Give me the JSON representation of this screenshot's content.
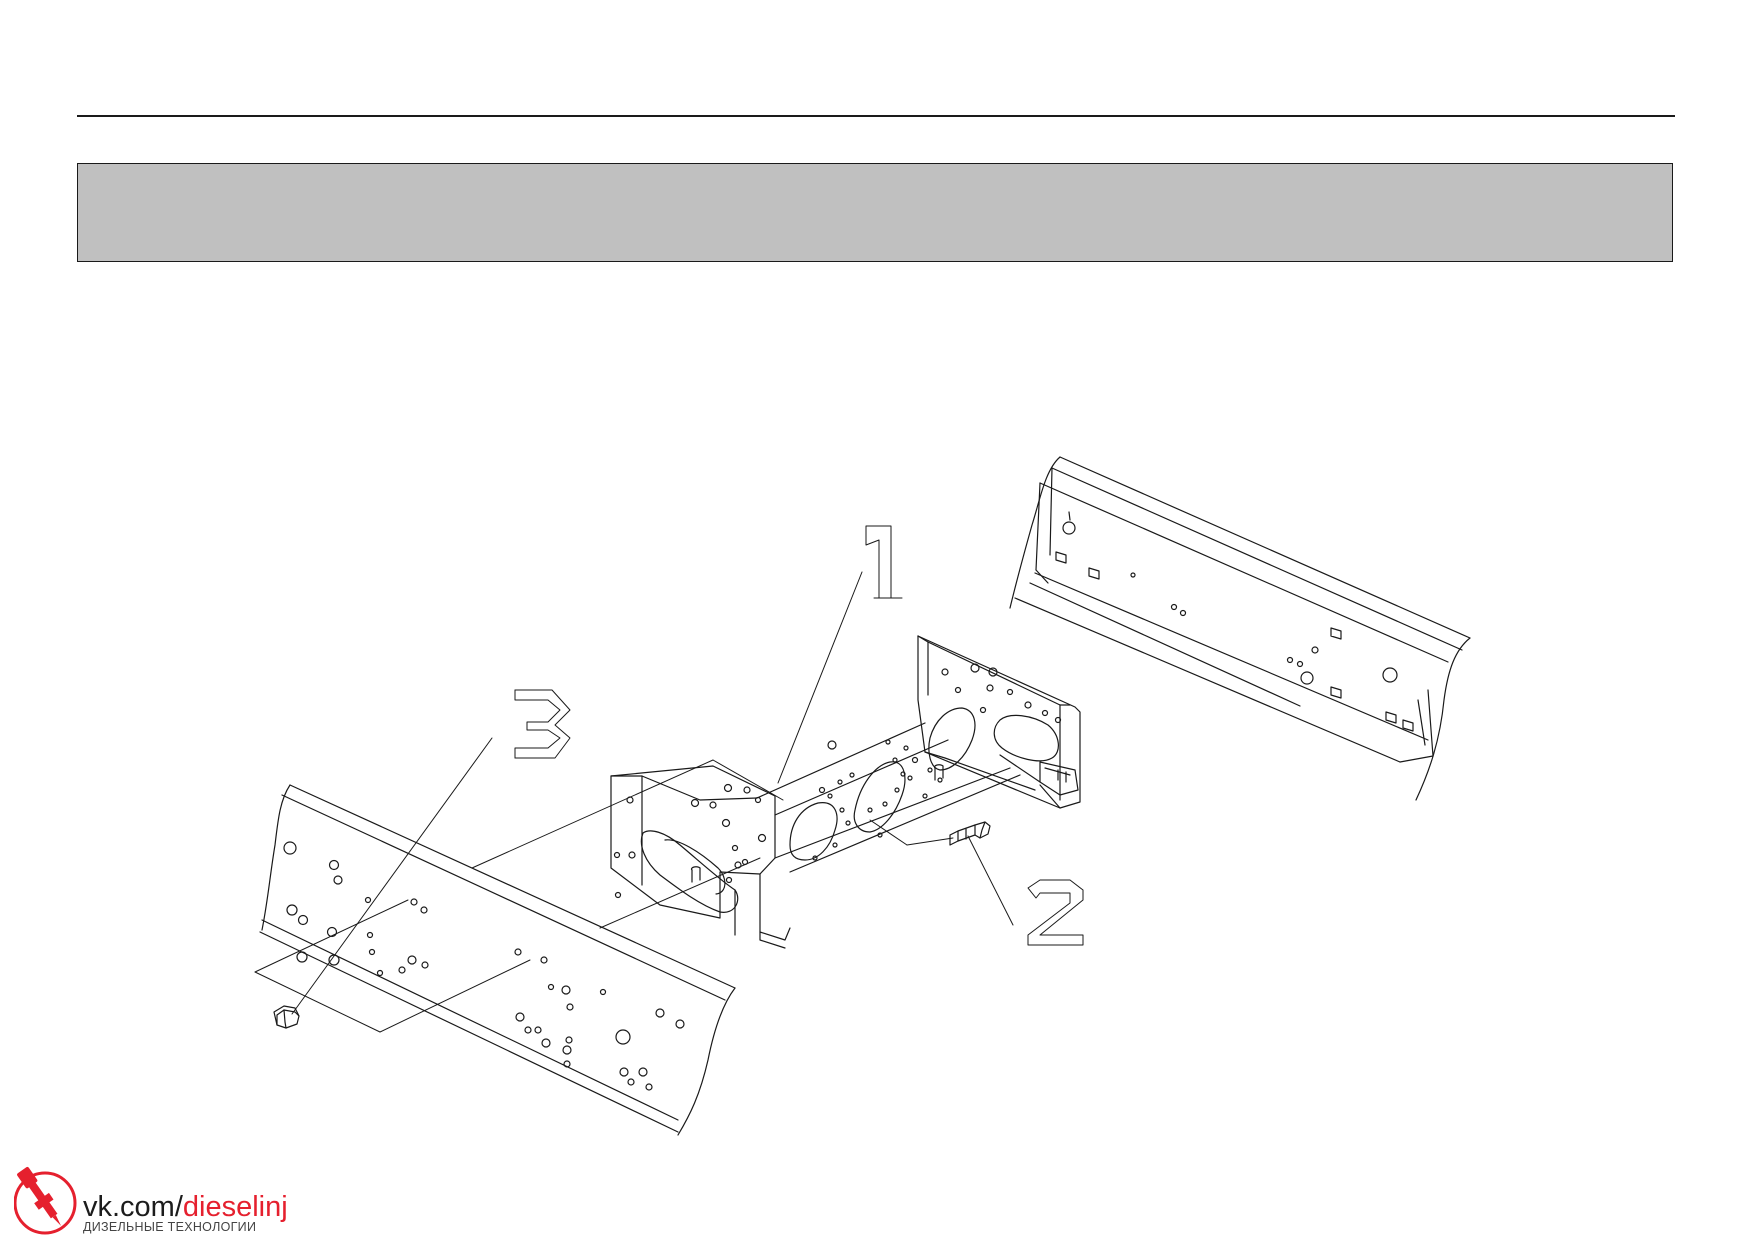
{
  "colors": {
    "band_fill": "#c0c0c0",
    "line": "#1a1a1a",
    "logo_red": "#e5202e",
    "logo_text": "#1c1c1c"
  },
  "callouts": [
    {
      "label": "1",
      "part": "crossmember"
    },
    {
      "label": "2",
      "part": "bolt"
    },
    {
      "label": "3",
      "part": "nut"
    }
  ],
  "watermark": {
    "icon": "injector-logo-icon",
    "text_plain": "vk.com/",
    "text_accent": "dieselinj",
    "subtitle": "ДИЗЕЛЬНЫЕ ТЕХНОЛОГИИ"
  }
}
